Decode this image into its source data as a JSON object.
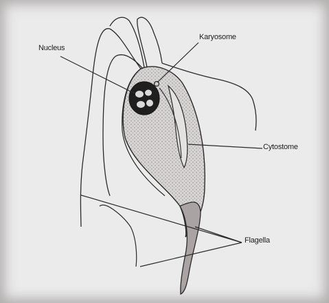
{
  "labels": {
    "nucleus": "Nucleus",
    "karyosome": "Karyosome",
    "cytostome": "Cytostome",
    "flagella": "Flagella"
  },
  "colors": {
    "background": "#ecebeb",
    "ink": "#2a2a2a",
    "body_stipple": "#b9b5b6",
    "flagellum_shade": "#a9a3a4"
  }
}
